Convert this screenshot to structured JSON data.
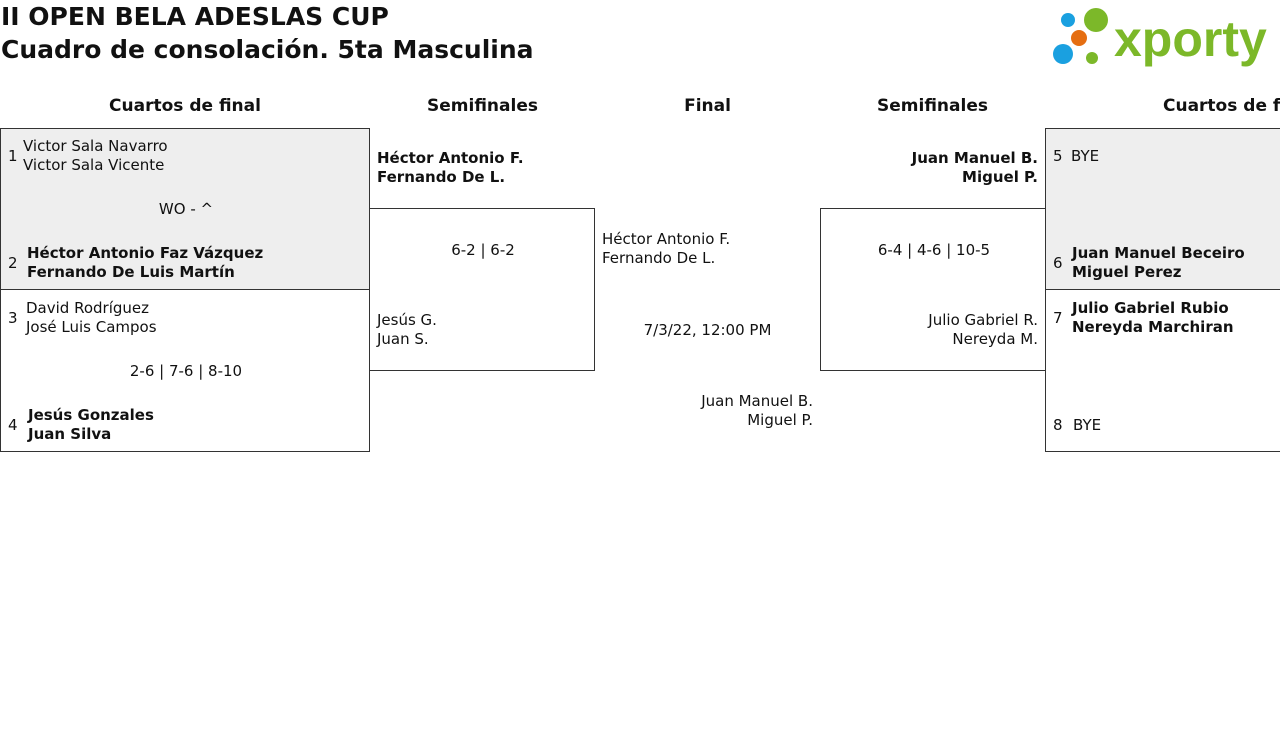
{
  "header": {
    "title": "II OPEN BELA ADESLAS CUP",
    "subtitle": "Cuadro de consolación. 5ta Masculina",
    "logo_text": "xporty"
  },
  "colors": {
    "logo_green": "#7cb829",
    "logo_blue": "#1aa0e0",
    "logo_orange": "#e56e12",
    "box_fill": "#eeeeee",
    "border": "#333333"
  },
  "rounds": {
    "left_qf": "Cuartos de final",
    "left_sf": "Semifinales",
    "final": "Final",
    "right_sf": "Semifinales",
    "right_qf": "Cuartos de final"
  },
  "left_qf": {
    "m1": {
      "seed_a": "1",
      "a1": "Victor Sala Navarro",
      "a2": "Victor Sala Vicente",
      "score": "WO - ^",
      "seed_b": "2",
      "b1": "Héctor Antonio Faz Vázquez",
      "b2": "Fernando De Luis Martín"
    },
    "m2": {
      "seed_a": "3",
      "a1": "David Rodríguez",
      "a2": "José Luis Campos",
      "score": "2-6 | 7-6 | 8-10",
      "seed_b": "4",
      "b1": "Jesús Gonzales",
      "b2": "Juan Silva"
    }
  },
  "left_sf": {
    "a1": "Héctor Antonio F.",
    "a2": "Fernando De L.",
    "score": "6-2 | 6-2",
    "b1": "Jesús G.",
    "b2": "Juan S."
  },
  "final": {
    "a1": "Héctor Antonio F.",
    "a2": "Fernando De L.",
    "datetime": "7/3/22, 12:00 PM",
    "b1": "Juan Manuel B.",
    "b2": "Miguel P."
  },
  "right_sf": {
    "a1": "Juan Manuel B.",
    "a2": "Miguel P.",
    "score": "6-4 | 4-6 | 10-5",
    "b1": "Julio Gabriel R.",
    "b2": "Nereyda M."
  },
  "right_qf": {
    "m1": {
      "seed_a": "5",
      "a1": "BYE",
      "seed_b": "6",
      "b1": "Juan Manuel Beceiro",
      "b2": "Miguel Perez"
    },
    "m2": {
      "seed_a": "7",
      "a1": "Julio Gabriel Rubio",
      "a2": "Nereyda Marchiran",
      "seed_b": "8",
      "b1": "BYE"
    }
  }
}
